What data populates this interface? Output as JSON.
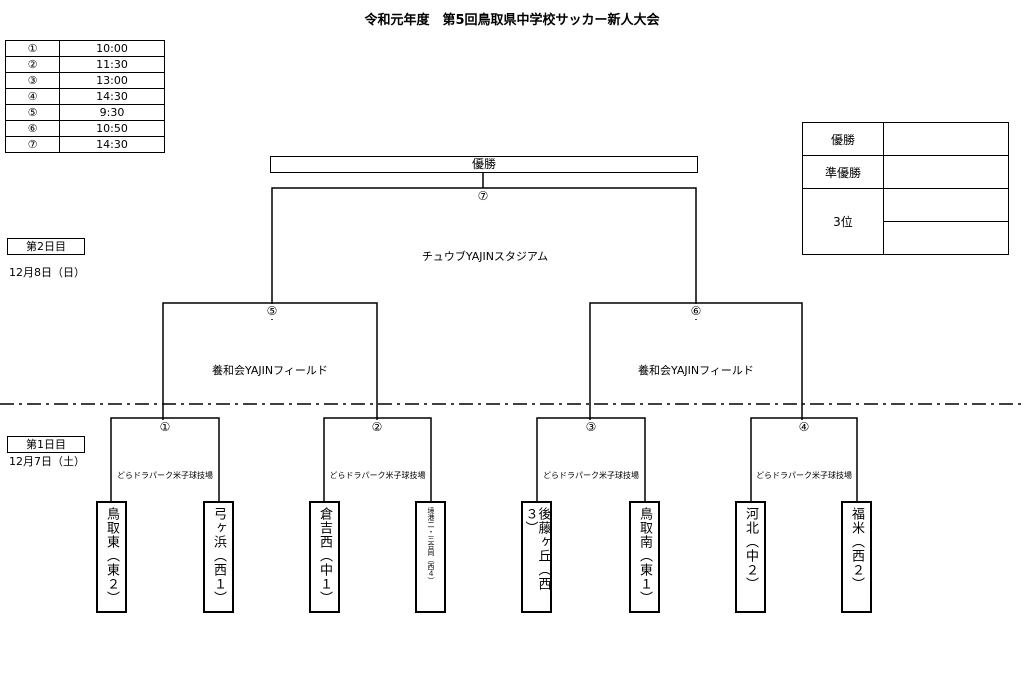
{
  "title": "令和元年度　第5回鳥取県中学校サッカー新人大会",
  "schedule": [
    {
      "n": "①",
      "time": "10:00"
    },
    {
      "n": "②",
      "time": "11:30"
    },
    {
      "n": "③",
      "time": "13:00"
    },
    {
      "n": "④",
      "time": "14:30"
    },
    {
      "n": "⑤",
      "time": "9:30"
    },
    {
      "n": "⑥",
      "time": "10:50"
    },
    {
      "n": "⑦",
      "time": "14:30"
    }
  ],
  "results": {
    "champion": "優勝",
    "runner_up": "準優勝",
    "third": "3位"
  },
  "days": {
    "day2": {
      "label": "第2日目",
      "date": "12月8日（日）"
    },
    "day1": {
      "label": "第1日目",
      "date": "12月7日（土）"
    }
  },
  "final": {
    "label": "優勝",
    "num": "⑦",
    "venue": "チュウブYAJINスタジアム"
  },
  "semis": [
    {
      "num": "⑤",
      "venue": "養和会YAJINフィールド"
    },
    {
      "num": "⑥",
      "venue": "養和会YAJINフィールド"
    }
  ],
  "first_round": [
    {
      "num": "①",
      "venue": "どらドラパーク米子球技場"
    },
    {
      "num": "②",
      "venue": "どらドラパーク米子球技場"
    },
    {
      "num": "③",
      "venue": "どらドラパーク米子球技場"
    },
    {
      "num": "④",
      "venue": "どらドラパーク米子球技場"
    }
  ],
  "teams": [
    "鳥取東（東２）",
    "弓ヶ浜（西１）",
    "倉吉西（中１）",
    "境港二・三合同（西４）",
    "後藤ヶ丘（西３）",
    "鳥取南（東１）",
    "河北（中２）",
    "福米（西２）"
  ]
}
